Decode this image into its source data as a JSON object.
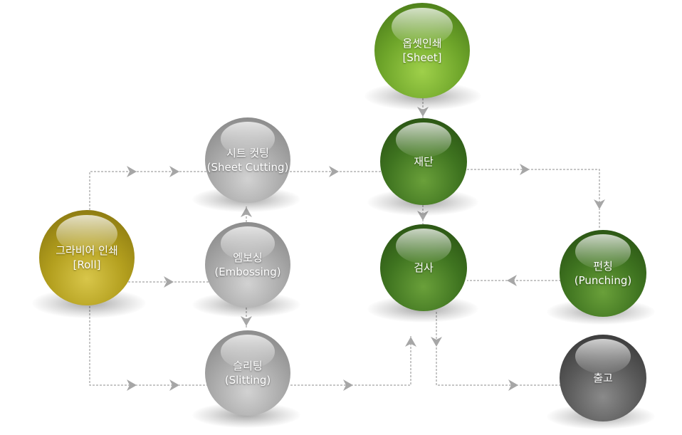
{
  "nodes": {
    "gravure": {
      "line1": "그라비어 인쇄",
      "line2": "[Roll]"
    },
    "sheet_cutting": {
      "line1": "시트 컷팅",
      "line2": "(Sheet Cutting)"
    },
    "embossing": {
      "line1": "엠보싱",
      "line2": "(Embossing)"
    },
    "slitting": {
      "line1": "슬리팅",
      "line2": "(Slitting)"
    },
    "offset": {
      "line1": "옵셋인쇄",
      "line2": "[Sheet]"
    },
    "cutting": {
      "line1": "재단"
    },
    "inspection": {
      "line1": "검사"
    },
    "punching": {
      "line1": "펀칭",
      "line2": "(Punching)"
    },
    "shipping": {
      "line1": "출고"
    }
  },
  "colors": {
    "gravure": "#b39f1e",
    "grey": "#a9a9a9",
    "lime": "#6ea52a",
    "green": "#3f7420",
    "dark": "#5a5a5a",
    "connector": "#8c8c8c"
  }
}
